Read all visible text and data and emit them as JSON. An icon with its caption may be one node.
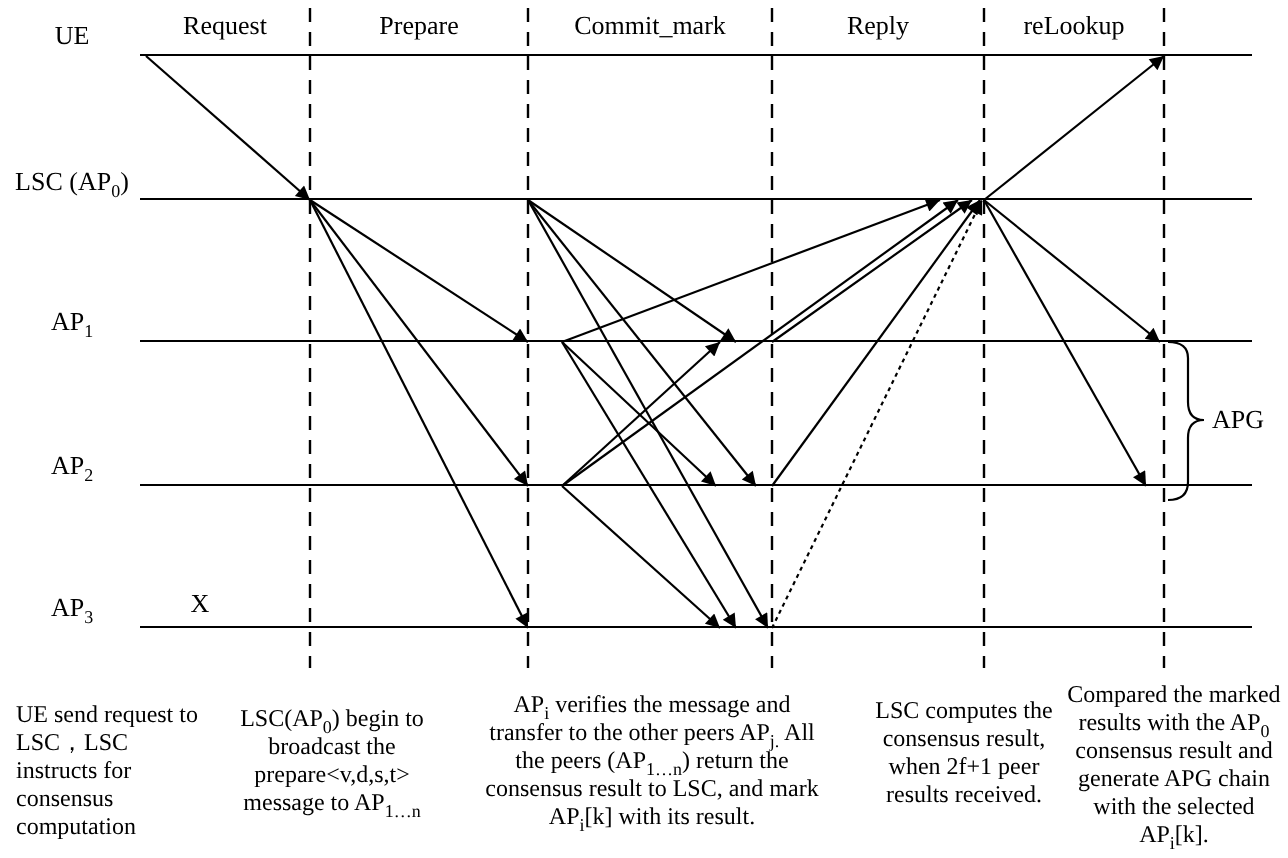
{
  "diagram": {
    "nodes": [
      {
        "text": [
          "UE"
        ]
      },
      {
        "text": [
          "LSC (AP$_{0}$)"
        ]
      },
      {
        "text": [
          "AP$_{1}$"
        ]
      },
      {
        "text": [
          "AP$_{2}$"
        ]
      },
      {
        "text": [
          "AP$_{3}$"
        ]
      }
    ],
    "edges": [
      {
        "from": 0,
        "to": 1,
        "arrow": "to"
      },
      {
        "from": 1,
        "to": 2,
        "arrow": "to"
      },
      {
        "from": 1,
        "to": 3,
        "arrow": "to"
      },
      {
        "from": 1,
        "to": 4,
        "arrow": "to"
      },
      {
        "from": 1,
        "to": 2,
        "arrow": "to"
      },
      {
        "from": 1,
        "to": 3,
        "arrow": "to"
      },
      {
        "from": 1,
        "to": 4,
        "arrow": "to"
      },
      {
        "from": 2,
        "to": 1,
        "arrow": "to"
      },
      {
        "from": 2,
        "to": 3,
        "arrow": "to"
      },
      {
        "from": 2,
        "to": 4,
        "arrow": "to"
      },
      {
        "from": 3,
        "to": 2,
        "arrow": "to"
      },
      {
        "from": 3,
        "to": 1,
        "arrow": "to"
      },
      {
        "from": 3,
        "to": 4,
        "arrow": "to"
      },
      {
        "from": 2,
        "to": 1,
        "arrow": "to"
      },
      {
        "from": 3,
        "to": 1,
        "arrow": "to"
      },
      {
        "from": 4,
        "to": 1,
        "arrow": "to",
        "style": "dashed"
      },
      {
        "from": 1,
        "to": 0,
        "arrow": "to"
      },
      {
        "from": 1,
        "to": 2,
        "arrow": "to"
      },
      {
        "from": 1,
        "to": 3,
        "arrow": "to"
      }
    ],
    "labels": [
      "Request",
      "Prepare",
      "Commit_mark",
      "Reply",
      "reLookup",
      "X",
      "APG",
      "UE send request to LSC，LSC instructs for consensus computation",
      "LSC(AP$_{0}$) begin to broadcast the prepare<v,d,s,t> message to AP$_{1…n}$",
      "AP$_{i}$ verifies the message and transfer to the other peers AP$_{j.}$ All the peers (AP$_{1…n}$) return the consensus result to LSC, and mark AP$_{i}$[k] with its result.",
      "LSC computes the consensus result, when 2f+1 peer results received.",
      "Compared the marked results with the AP$_{0}$ consensus result and generate APG chain with the selected AP$_{i}$[k]."
    ]
  }
}
